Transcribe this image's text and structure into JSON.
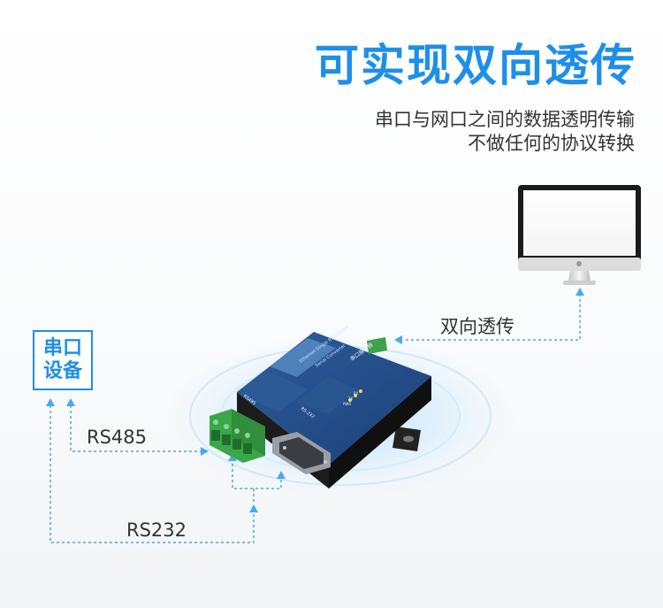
{
  "heading": {
    "title": "可实现双向透传",
    "line1": "串口与网口之间的数据透明传输",
    "line2": "不做任何的协议转换"
  },
  "device_box": {
    "label": "串口设备"
  },
  "labels": {
    "bidirectional": "双向透传",
    "rs485": "RS485",
    "rs232": "RS232"
  },
  "converter": {
    "panel_title": "串口服务器",
    "panel_subtitle1": "Ethernet-Single RS232/485",
    "panel_subtitle2": "Serial Converter",
    "rs485_port": "RS485",
    "rs232_port": "RS-232",
    "leds": [
      "PWR",
      "TX",
      "RX"
    ]
  },
  "colors": {
    "accent": "#1e8fe8",
    "dash": "#4aa8ee"
  }
}
